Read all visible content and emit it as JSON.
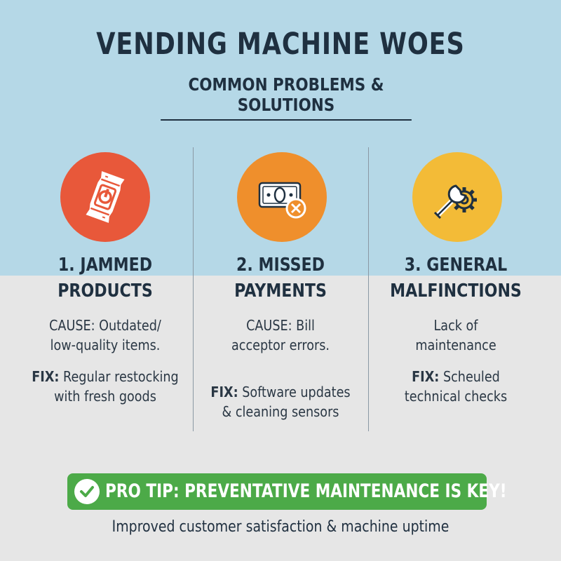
{
  "header": {
    "title": "VENDING MACHINE WOES",
    "subtitle": "COMMON PROBLEMS & SOLUTIONS"
  },
  "columns": [
    {
      "icon": "jammed-snack-icon",
      "color": "#e8583a",
      "title_line1": "1. JAMMED",
      "title_line2": "PRODUCTS",
      "cause_line1": "CAUSE: Outdated/",
      "cause_line2": "low-quality items.",
      "fix_label": "FIX:",
      "fix_line1": " Regular restocking",
      "fix_line2": "with fresh goods"
    },
    {
      "icon": "banknote-error-icon",
      "color": "#ef8f2c",
      "title_line1": "2. MISSED",
      "title_line2": "PAYMENTS",
      "cause_line1": "CAUSE: Bill",
      "cause_line2": "acceptor errors.",
      "fix_label": "FIX:",
      "fix_line1": " Software updates",
      "fix_line2": "& cleaning sensors"
    },
    {
      "icon": "wrench-gear-icon",
      "color": "#f3bb37",
      "title_line1": "3. GENERAL",
      "title_line2": "MALFINCTIONS",
      "cause_line1": "Lack of",
      "cause_line2": "maintenance",
      "fix_label": "FIX:",
      "fix_line1": " Scheuled",
      "fix_line2": "technical checks"
    }
  ],
  "tip": {
    "text": "PRO TIP: PREVENTATIVE MAINTENANCE IS KEY!",
    "icon": "checkmark-icon",
    "color": "#4caa48"
  },
  "footer": {
    "text": "Improved customer satisfaction & machine uptime"
  }
}
